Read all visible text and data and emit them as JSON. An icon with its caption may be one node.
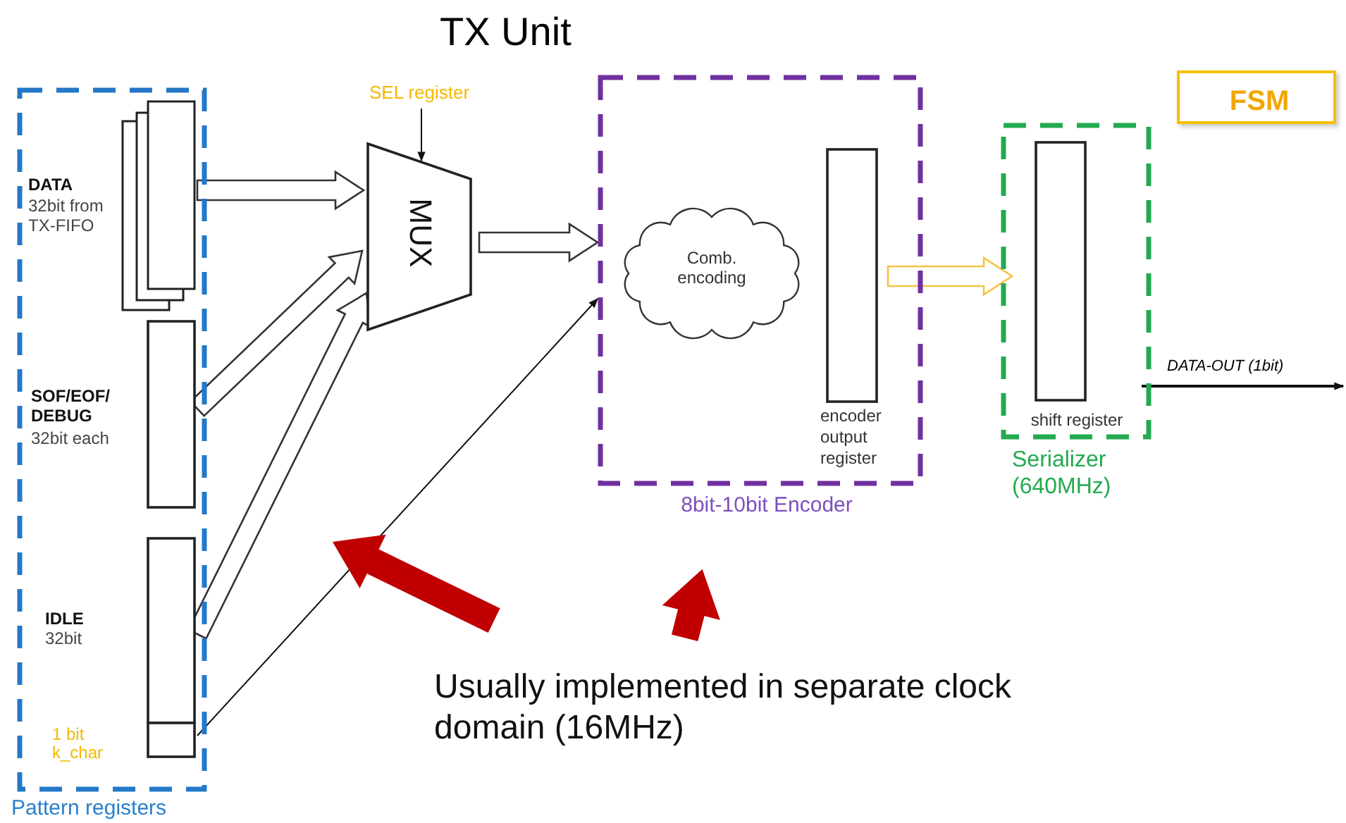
{
  "diagram": {
    "title": "TX Unit",
    "nodes": [
      {
        "text": [
          "Pattern registers"
        ]
      },
      {
        "text": [
          "DATA",
          "32bit from TX-FIFO"
        ],
        "in": 0
      },
      {
        "text": [
          "SOF/EOF/ DEBUG",
          "32bit each"
        ],
        "in": 0
      },
      {
        "text": [
          "IDLE",
          "32bit"
        ],
        "in": 0
      },
      {
        "text": [
          "1 bit k_char"
        ],
        "in": 0
      },
      {
        "text": [
          "MUX"
        ]
      },
      {
        "text": [
          "SEL register"
        ]
      },
      {
        "text": [
          "8bit-10bit Encoder"
        ]
      },
      {
        "text": [
          "Comb. encoding"
        ],
        "in": 7
      },
      {
        "text": [
          "encoder output register"
        ],
        "in": 7
      },
      {
        "text": [
          "Serializer (640MHz)"
        ]
      },
      {
        "text": [
          "shift register"
        ],
        "in": 10
      },
      {
        "text": [
          "FSM"
        ]
      },
      {
        "text": [
          "Usually implemented in separate clock domain (16MHz)"
        ]
      }
    ],
    "edges": [
      {
        "from": 1,
        "to": 5,
        "arrow": "to",
        "style": "thick"
      },
      {
        "from": 2,
        "to": 5,
        "arrow": "to",
        "style": "thick"
      },
      {
        "from": 3,
        "to": 5,
        "arrow": "to",
        "style": "thick"
      },
      {
        "from": 4,
        "to": 7,
        "arrow": "to"
      },
      {
        "from": 5,
        "to": 7,
        "arrow": "to",
        "style": "thick"
      },
      {
        "from": 9,
        "to": 11,
        "arrow": "to",
        "style": "thick",
        "color": "#f5c242"
      },
      {
        "from": 11,
        "to": null,
        "arrow": "to",
        "label": "DATA-OUT (1bit)"
      },
      {
        "from": 6,
        "to": 5,
        "arrow": "to"
      },
      {
        "from": 13,
        "to": null,
        "arrow": "to",
        "style": "thick",
        "color": "#c00000"
      },
      {
        "from": 13,
        "to": null,
        "arrow": "to",
        "style": "thick",
        "color": "#c00000"
      }
    ]
  }
}
